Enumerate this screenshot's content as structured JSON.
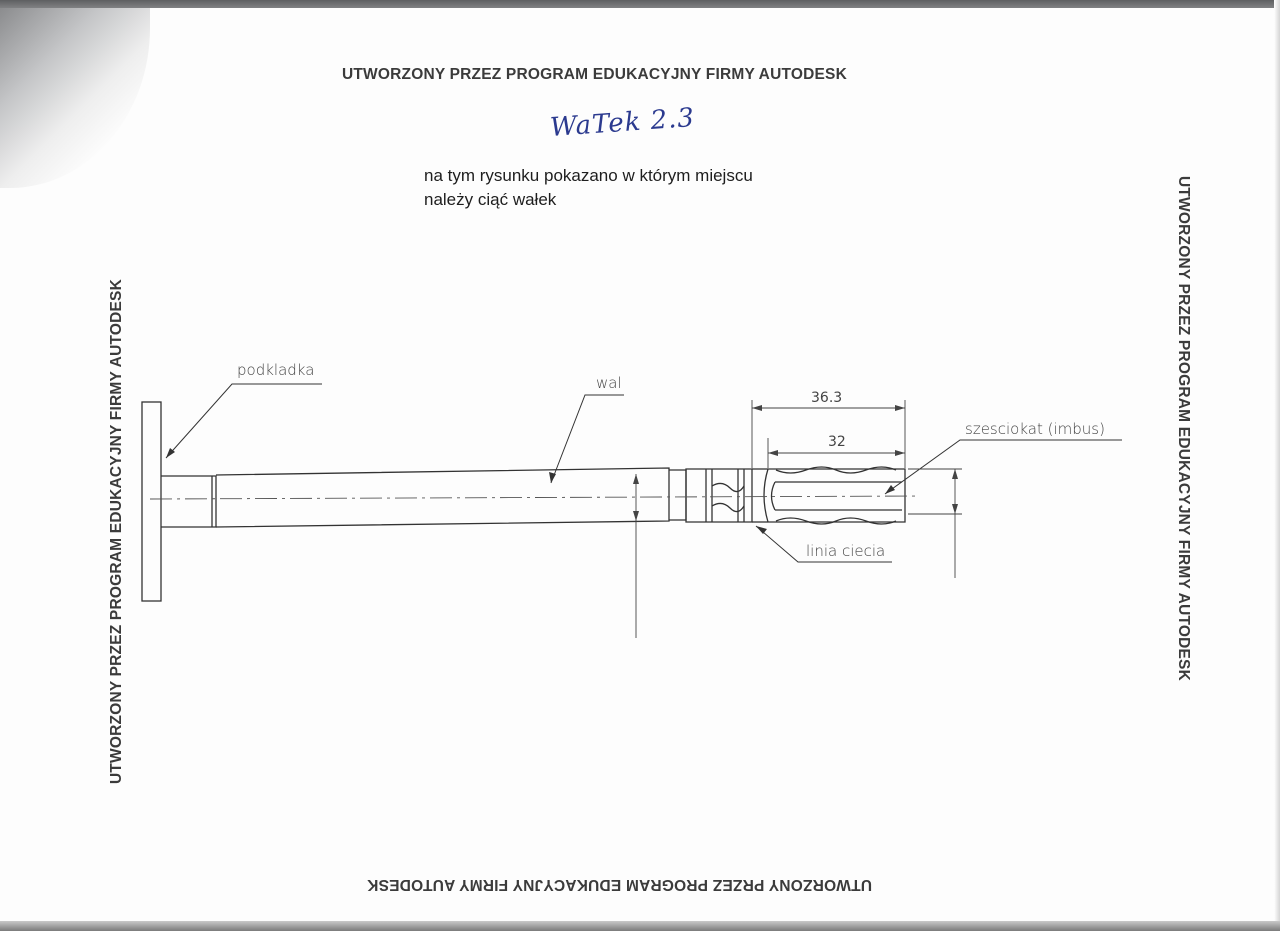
{
  "document": {
    "watermark": "UTWORZONY PRZEZ PROGRAM EDUKACYJNY FIRMY AUTODESK",
    "handwritten_title": "WaTek 2.3",
    "note_lines": [
      "na tym rysunku pokazano w którym miejscu",
      "należy ciąć wałek"
    ]
  },
  "drawing": {
    "labels": {
      "washer": "podkladka",
      "shaft": "wal",
      "hex_socket": "szesciokat (imbus)",
      "cut_line": "linia ciecia"
    },
    "dimensions": {
      "length_outer": "36.3",
      "length_inner": "32"
    }
  }
}
